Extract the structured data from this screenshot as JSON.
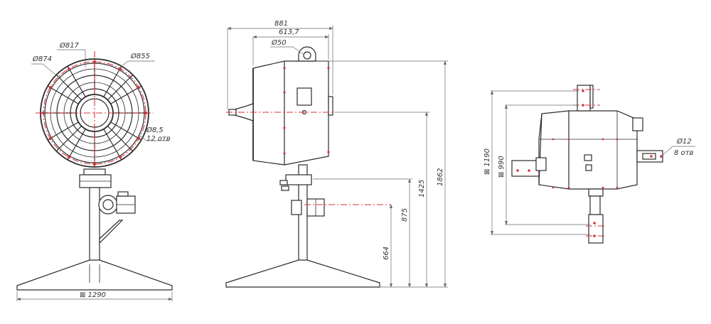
{
  "front_view": {
    "d_874": "Ø874",
    "d_817": "Ø817",
    "d_855": "Ø855",
    "hole_d": "Ø8,5",
    "hole_count": "12 отв",
    "base_width": "⊠ 1290"
  },
  "side_view": {
    "overall_length": "881",
    "body_length": "613,7",
    "lug_d": "Ø50",
    "h_total": "1862",
    "h_axis": "1425",
    "h_motor": "875",
    "h_lower": "664"
  },
  "top_view": {
    "outer": "⊠ 1190",
    "inner": "⊠ 990",
    "hole_d": "Ø12",
    "hole_count": "8 отв"
  }
}
